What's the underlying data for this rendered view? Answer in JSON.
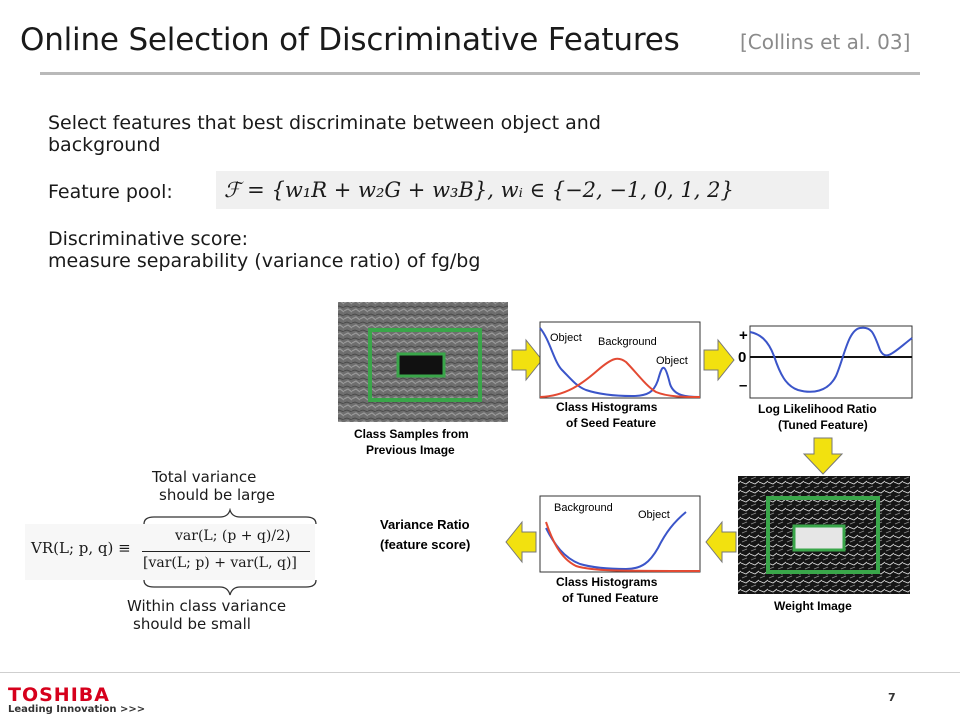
{
  "slide": {
    "title": "Online Selection of Discriminative Features",
    "citation": "[Collins et al. 03]",
    "bullets": {
      "b1_line1": "Select features that best discriminate between object and",
      "b1_line2": "background",
      "b2": "Feature pool:",
      "b3_line1": "Discriminative score:",
      "b3_line2": "measure separability (variance ratio) of fg/bg"
    },
    "feature_formula": "ℱ = {w₁R + w₂G + w₃B},     wᵢ ∈ {−2, −1, 0, 1, 2}",
    "vr_formula": {
      "lhs": "VR(L; p, q) ≡",
      "numerator": "var(L; (p + q)/2)",
      "denominator": "[var(L; p) + var(L, q)]"
    },
    "annotations": {
      "total_line1": "Total variance",
      "total_line2": "should be large",
      "within_line1": "Within class variance",
      "within_line2": "should be small"
    }
  },
  "figure": {
    "panel1_caption_line1": "Class Samples from",
    "panel1_caption_line2": "Previous Image",
    "panel2_caption_line1": "Class Histograms",
    "panel2_caption_line2": "of Seed Feature",
    "panel2_label_object1": "Object",
    "panel2_label_background": "Background",
    "panel2_label_object2": "Object",
    "panel3_caption_line1": "Log Likelihood Ratio",
    "panel3_caption_line2": "(Tuned Feature)",
    "panel3_plus": "+",
    "panel3_zero": "0",
    "panel3_minus": "–",
    "panel4_caption": "Weight Image",
    "panel5_caption_line1": "Class Histograms",
    "panel5_caption_line2": "of Tuned Feature",
    "panel5_label_background": "Background",
    "panel5_label_object": "Object",
    "panel6_line1": "Variance Ratio",
    "panel6_line2": "(feature score)"
  },
  "footer": {
    "brand": "TOSHIBA",
    "tagline": "Leading Innovation >>>",
    "page_number": "7"
  },
  "colors": {
    "brand_red": "#d6001c",
    "frame_green": "#3aa64a",
    "arrow_yellow": "#f2e10f",
    "curve_blue": "#3b55c9",
    "curve_red": "#e34a33"
  }
}
